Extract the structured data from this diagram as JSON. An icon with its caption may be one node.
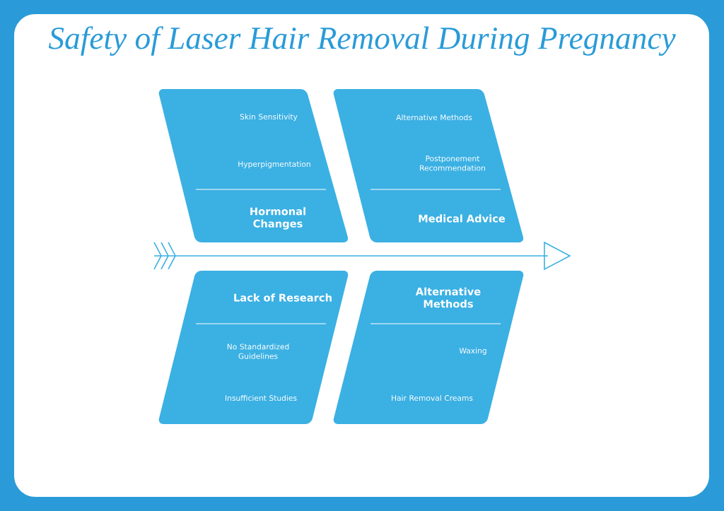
{
  "diagram": {
    "title": "Safety of Laser Hair Removal During Pregnancy",
    "nodes": [
      {
        "text": [
          "Skin Sensitivity",
          "Hyperpigmentation",
          "Hormonal Changes"
        ]
      },
      {
        "text": [
          "Alternative Methods",
          "Postponement Recommendation",
          "Medical Advice"
        ]
      },
      {
        "text": [
          "Lack of Research",
          "No Standardized Guidelines",
          "Insufficient Studies"
        ]
      },
      {
        "text": [
          "Alternative Methods",
          "Waxing",
          "Hair Removal Creams"
        ]
      }
    ]
  }
}
